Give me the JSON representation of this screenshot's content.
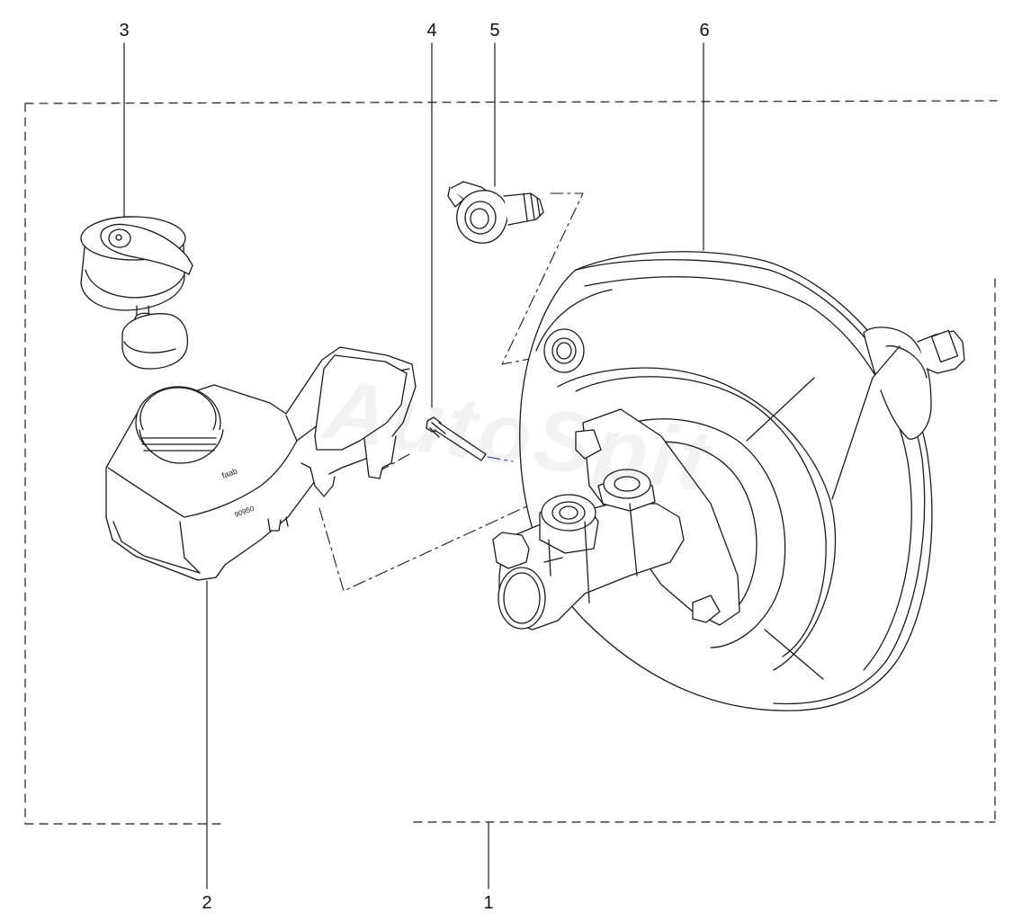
{
  "callouts": {
    "c1": "1",
    "c2": "2",
    "c3": "3",
    "c4": "4",
    "c5": "5",
    "c6": "6"
  },
  "watermark": "AutoSpit",
  "colors": {
    "line": "#1a1a1a",
    "accent": "#1f3fd0",
    "background": "#ffffff"
  }
}
